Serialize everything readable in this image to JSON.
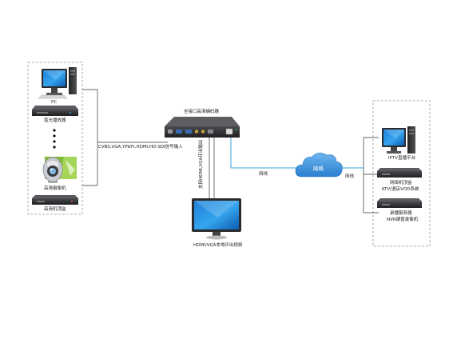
{
  "encoder": {
    "title": "全接口高清编码器"
  },
  "inputs": {
    "pc": "PC",
    "bluray": "蓝光播放器",
    "camera": "高清摄像机",
    "settop": "高清机顶盒",
    "signal_label": "CVBS,VGA,YPbPr,HDMI,HD-SDI信号输入"
  },
  "local_output": {
    "vertical_label": "支持HDMI,VGA环出输出",
    "monitor_label": "HDMI/VGA本地环出视频"
  },
  "network": {
    "cable_left": "网线",
    "cable_right": "网线",
    "cloud": "网络"
  },
  "outputs": {
    "iptv": "IPTV直播平台",
    "stb_line1": "网络机顶盒",
    "stb_line2": "KTV/酒店VOD系统",
    "nvr_line1": "录播服务器",
    "nvr_line2": "NVR硬盘录像机"
  },
  "colors": {
    "network_line": "#3aa3e0",
    "cloud_fill": "#3f8fd6",
    "device_dark": "#2f3033",
    "border_dash": "#999999"
  }
}
